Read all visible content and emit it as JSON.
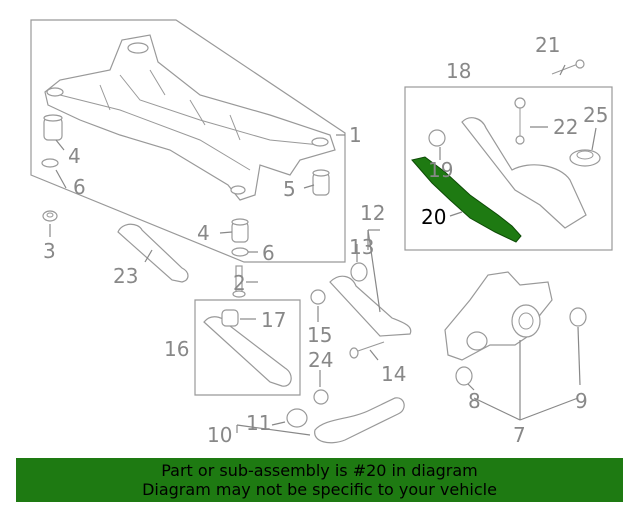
{
  "labels": {
    "n1": "1",
    "n2": "2",
    "n3": "3",
    "n4a": "4",
    "n4b": "4",
    "n5": "5",
    "n6a": "6",
    "n6b": "6",
    "n7": "7",
    "n8": "8",
    "n9": "9",
    "n10": "10",
    "n11": "11",
    "n12": "12",
    "n13": "13",
    "n14": "14",
    "n15": "15",
    "n16": "16",
    "n17": "17",
    "n18": "18",
    "n19": "19",
    "n20": "20",
    "n21": "21",
    "n22": "22",
    "n23": "23",
    "n24": "24",
    "n25": "25"
  },
  "highlight": {
    "part": "20",
    "color": "#1e7a12"
  },
  "banner": {
    "line1": "Part or sub-assembly is #20 in diagram",
    "line2": "Diagram may not be specific to your vehicle",
    "background": "#1e7a12"
  }
}
